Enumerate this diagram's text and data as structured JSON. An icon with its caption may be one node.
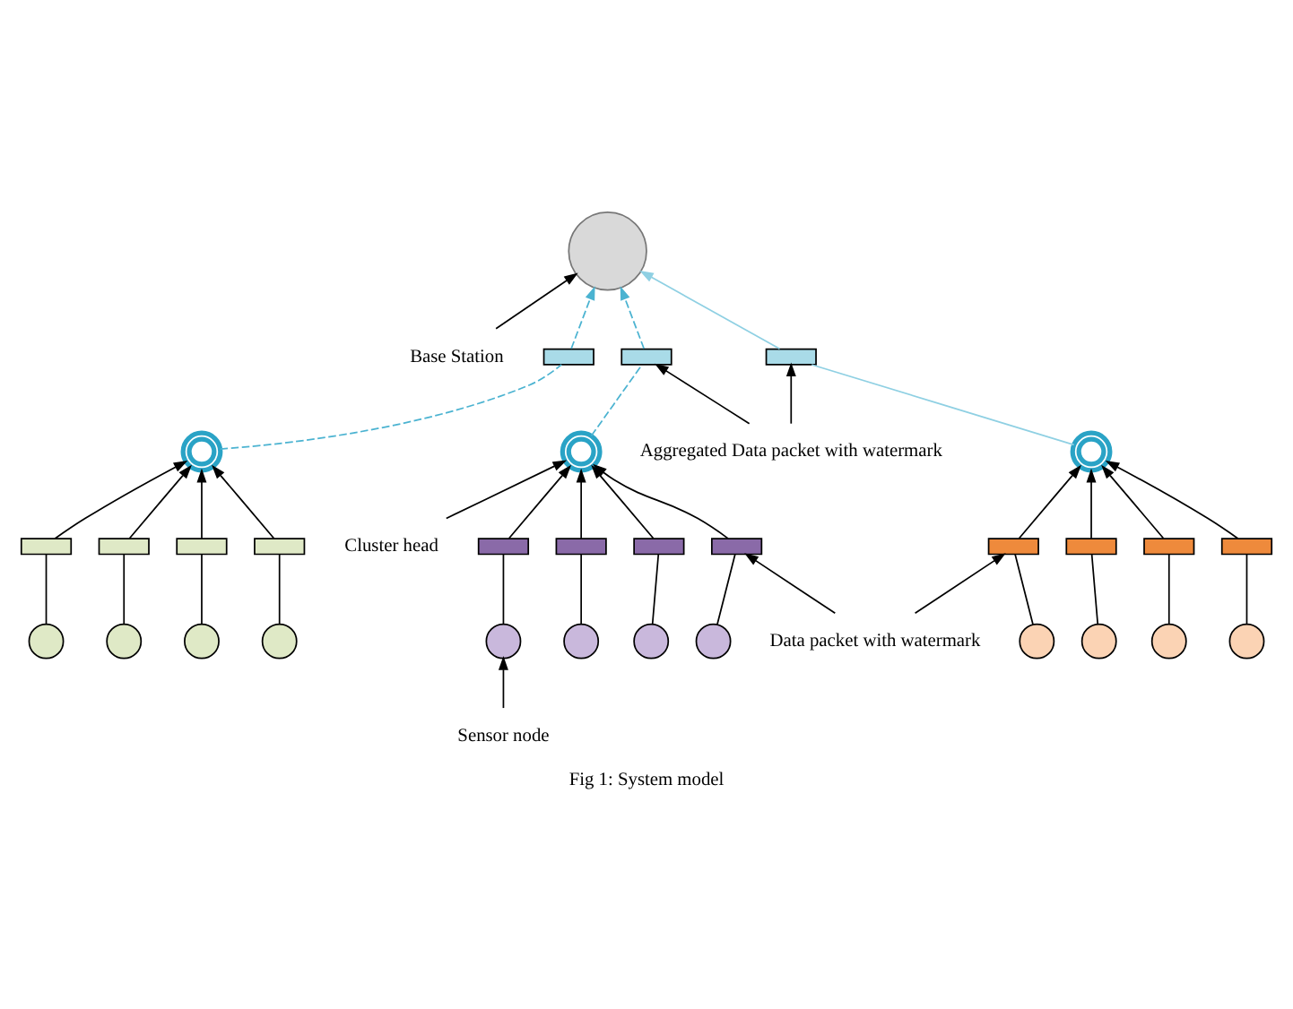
{
  "diagram": {
    "caption": "Fig 1: System model",
    "nodes": [
      {
        "text": [],
        "shape": "circle"
      },
      {
        "text": [
          "Base Station"
        ]
      },
      {
        "text": [],
        "shape": "circle"
      },
      {
        "text": [],
        "shape": "circle"
      },
      {
        "text": [],
        "shape": "circle"
      },
      {
        "text": [
          "Cluster head"
        ]
      },
      {
        "text": [
          "Sensor node"
        ]
      },
      {
        "text": [
          "Aggregated Data packet with watermark"
        ]
      },
      {
        "text": [
          "Data packet with watermark"
        ]
      },
      {
        "text": [],
        "shape": "bar"
      },
      {
        "text": [],
        "shape": "bar"
      },
      {
        "text": [],
        "shape": "bar"
      },
      {
        "text": [],
        "shape": "circle"
      },
      {
        "text": [],
        "shape": "circle"
      },
      {
        "text": [],
        "shape": "circle"
      },
      {
        "text": [],
        "shape": "circle"
      },
      {
        "text": [],
        "shape": "bar"
      },
      {
        "text": [],
        "shape": "bar"
      },
      {
        "text": [],
        "shape": "bar"
      },
      {
        "text": [],
        "shape": "bar"
      },
      {
        "text": [],
        "shape": "circle"
      },
      {
        "text": [],
        "shape": "circle"
      },
      {
        "text": [],
        "shape": "circle"
      },
      {
        "text": [],
        "shape": "circle"
      },
      {
        "text": [],
        "shape": "bar"
      },
      {
        "text": [],
        "shape": "bar"
      },
      {
        "text": [],
        "shape": "bar"
      },
      {
        "text": [],
        "shape": "bar"
      },
      {
        "text": [],
        "shape": "circle"
      },
      {
        "text": [],
        "shape": "circle"
      },
      {
        "text": [],
        "shape": "circle"
      },
      {
        "text": [],
        "shape": "circle"
      },
      {
        "text": [],
        "shape": "bar"
      },
      {
        "text": [],
        "shape": "bar"
      },
      {
        "text": [],
        "shape": "bar"
      },
      {
        "text": [],
        "shape": "bar"
      }
    ],
    "edges": [
      {
        "from": 2,
        "to": 9,
        "arrow": "none",
        "style": "dashed",
        "color": "#4bb3d1"
      },
      {
        "from": 9,
        "to": 0,
        "arrow": "to",
        "style": "dashed",
        "color": "#4bb3d1"
      },
      {
        "from": 3,
        "to": 10,
        "arrow": "none",
        "style": "dashed",
        "color": "#4bb3d1"
      },
      {
        "from": 10,
        "to": 0,
        "arrow": "to",
        "style": "dashed",
        "color": "#4bb3d1"
      },
      {
        "from": 4,
        "to": 11,
        "arrow": "none",
        "color": "#8fd0e3"
      },
      {
        "from": 11,
        "to": 0,
        "arrow": "to",
        "color": "#8fd0e3"
      },
      {
        "from": 1,
        "to": 0,
        "arrow": "to"
      },
      {
        "from": 5,
        "to": 3,
        "arrow": "to"
      },
      {
        "from": 6,
        "to": 20,
        "arrow": "to"
      },
      {
        "from": 7,
        "to": 10,
        "arrow": "to"
      },
      {
        "from": 7,
        "to": 11,
        "arrow": "to"
      },
      {
        "from": 8,
        "to": 27,
        "arrow": "to"
      },
      {
        "from": 8,
        "to": 32,
        "arrow": "to"
      },
      {
        "from": 12,
        "to": 16,
        "arrow": "none"
      },
      {
        "from": 16,
        "to": 2,
        "arrow": "to"
      },
      {
        "from": 13,
        "to": 17,
        "arrow": "none"
      },
      {
        "from": 17,
        "to": 2,
        "arrow": "to"
      },
      {
        "from": 14,
        "to": 18,
        "arrow": "none"
      },
      {
        "from": 18,
        "to": 2,
        "arrow": "to"
      },
      {
        "from": 15,
        "to": 19,
        "arrow": "none"
      },
      {
        "from": 19,
        "to": 2,
        "arrow": "to"
      },
      {
        "from": 20,
        "to": 24,
        "arrow": "none"
      },
      {
        "from": 24,
        "to": 3,
        "arrow": "to"
      },
      {
        "from": 21,
        "to": 25,
        "arrow": "none"
      },
      {
        "from": 25,
        "to": 3,
        "arrow": "to"
      },
      {
        "from": 22,
        "to": 26,
        "arrow": "none"
      },
      {
        "from": 26,
        "to": 3,
        "arrow": "to"
      },
      {
        "from": 23,
        "to": 27,
        "arrow": "none"
      },
      {
        "from": 27,
        "to": 3,
        "arrow": "to"
      },
      {
        "from": 28,
        "to": 32,
        "arrow": "none"
      },
      {
        "from": 32,
        "to": 4,
        "arrow": "to"
      },
      {
        "from": 29,
        "to": 33,
        "arrow": "none"
      },
      {
        "from": 33,
        "to": 4,
        "arrow": "to"
      },
      {
        "from": 30,
        "to": 34,
        "arrow": "none"
      },
      {
        "from": 34,
        "to": 4,
        "arrow": "to"
      },
      {
        "from": 31,
        "to": 35,
        "arrow": "none"
      },
      {
        "from": 35,
        "to": 4,
        "arrow": "to"
      }
    ]
  }
}
